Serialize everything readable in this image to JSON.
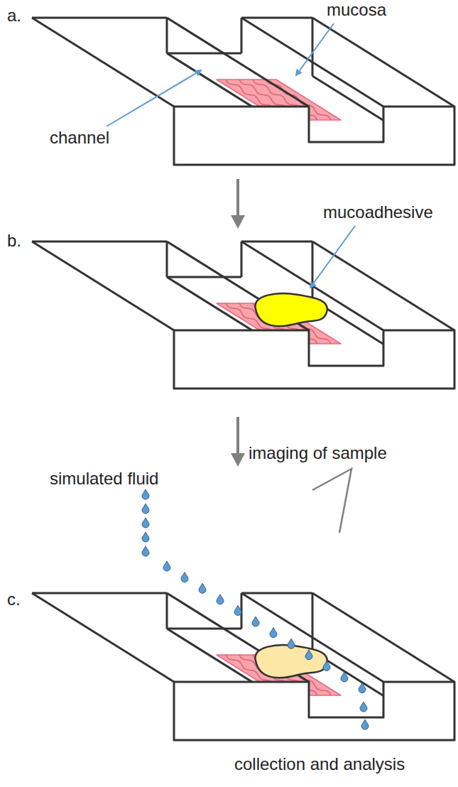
{
  "diagram": {
    "labels": [
      "a.",
      "mucosa",
      "channel",
      "b.",
      "mucoadhesive",
      "simulated fluid",
      "imaging of sample",
      "c.",
      "collection and analysis"
    ]
  }
}
